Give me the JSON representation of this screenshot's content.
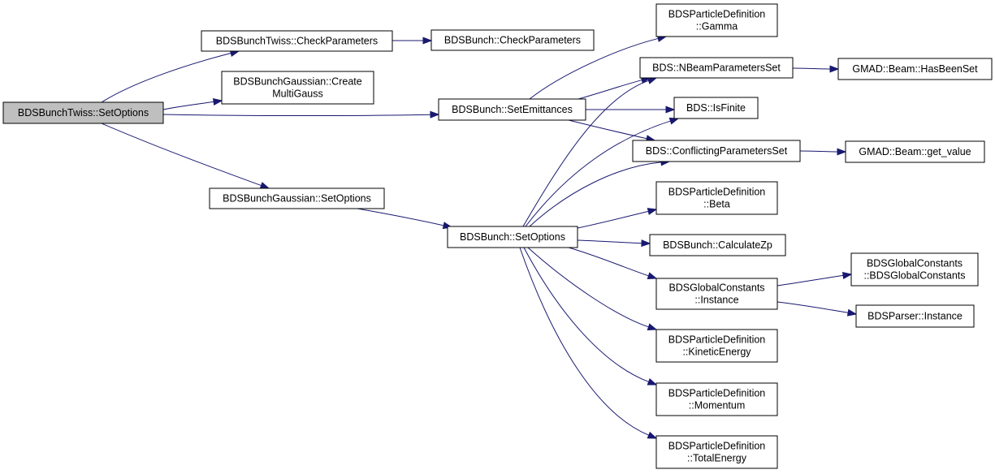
{
  "nodes": [
    {
      "id": "twiss_setoptions",
      "lines": [
        "BDSBunchTwiss::SetOptions"
      ],
      "root": true
    },
    {
      "id": "twiss_checkparameters",
      "lines": [
        "BDSBunchTwiss::CheckParameters"
      ]
    },
    {
      "id": "gaussian_createmultigauss",
      "lines": [
        "BDSBunchGaussian::Create",
        "MultiGauss"
      ]
    },
    {
      "id": "gaussian_setoptions",
      "lines": [
        "BDSBunchGaussian::SetOptions"
      ]
    },
    {
      "id": "bunch_checkparameters",
      "lines": [
        "BDSBunch::CheckParameters"
      ]
    },
    {
      "id": "bunch_setemittances",
      "lines": [
        "BDSBunch::SetEmittances"
      ]
    },
    {
      "id": "bunch_setoptions",
      "lines": [
        "BDSBunch::SetOptions"
      ]
    },
    {
      "id": "pd_gamma",
      "lines": [
        "BDSParticleDefinition",
        "::Gamma"
      ]
    },
    {
      "id": "bds_nbeamparametersset",
      "lines": [
        "BDS::NBeamParametersSet"
      ]
    },
    {
      "id": "bds_isfinite",
      "lines": [
        "BDS::IsFinite"
      ]
    },
    {
      "id": "bds_conflictingparametersset",
      "lines": [
        "BDS::ConflictingParametersSet"
      ]
    },
    {
      "id": "pd_beta",
      "lines": [
        "BDSParticleDefinition",
        "::Beta"
      ]
    },
    {
      "id": "bunch_calculatezp",
      "lines": [
        "BDSBunch::CalculateZp"
      ]
    },
    {
      "id": "gc_instance",
      "lines": [
        "BDSGlobalConstants",
        "::Instance"
      ]
    },
    {
      "id": "pd_kineticenergy",
      "lines": [
        "BDSParticleDefinition",
        "::KineticEnergy"
      ]
    },
    {
      "id": "pd_momentum",
      "lines": [
        "BDSParticleDefinition",
        "::Momentum"
      ]
    },
    {
      "id": "pd_totalenergy",
      "lines": [
        "BDSParticleDefinition",
        "::TotalEnergy"
      ]
    },
    {
      "id": "gmad_hasbeenset",
      "lines": [
        "GMAD::Beam::HasBeenSet"
      ]
    },
    {
      "id": "gmad_getvalue",
      "lines": [
        "GMAD::Beam::get_value"
      ]
    },
    {
      "id": "gc_constructor",
      "lines": [
        "BDSGlobalConstants",
        "::BDSGlobalConstants"
      ]
    },
    {
      "id": "parser_instance",
      "lines": [
        "BDSParser::Instance"
      ]
    }
  ],
  "edges": [
    {
      "from": "twiss_setoptions",
      "to": "twiss_checkparameters"
    },
    {
      "from": "twiss_setoptions",
      "to": "gaussian_createmultigauss"
    },
    {
      "from": "twiss_setoptions",
      "to": "bunch_setemittances"
    },
    {
      "from": "twiss_setoptions",
      "to": "gaussian_setoptions"
    },
    {
      "from": "twiss_checkparameters",
      "to": "bunch_checkparameters"
    },
    {
      "from": "gaussian_setoptions",
      "to": "bunch_setoptions"
    },
    {
      "from": "bunch_setemittances",
      "to": "pd_gamma"
    },
    {
      "from": "bunch_setemittances",
      "to": "bds_nbeamparametersset"
    },
    {
      "from": "bunch_setemittances",
      "to": "bds_isfinite"
    },
    {
      "from": "bunch_setemittances",
      "to": "bds_conflictingparametersset"
    },
    {
      "from": "bunch_setoptions",
      "to": "bds_nbeamparametersset"
    },
    {
      "from": "bunch_setoptions",
      "to": "bds_isfinite"
    },
    {
      "from": "bunch_setoptions",
      "to": "bds_conflictingparametersset"
    },
    {
      "from": "bunch_setoptions",
      "to": "pd_beta"
    },
    {
      "from": "bunch_setoptions",
      "to": "bunch_calculatezp"
    },
    {
      "from": "bunch_setoptions",
      "to": "gc_instance"
    },
    {
      "from": "bunch_setoptions",
      "to": "pd_kineticenergy"
    },
    {
      "from": "bunch_setoptions",
      "to": "pd_momentum"
    },
    {
      "from": "bunch_setoptions",
      "to": "pd_totalenergy"
    },
    {
      "from": "bds_nbeamparametersset",
      "to": "gmad_hasbeenset"
    },
    {
      "from": "bds_conflictingparametersset",
      "to": "gmad_getvalue"
    },
    {
      "from": "gc_instance",
      "to": "gc_constructor"
    },
    {
      "from": "gc_instance",
      "to": "parser_instance"
    }
  ]
}
